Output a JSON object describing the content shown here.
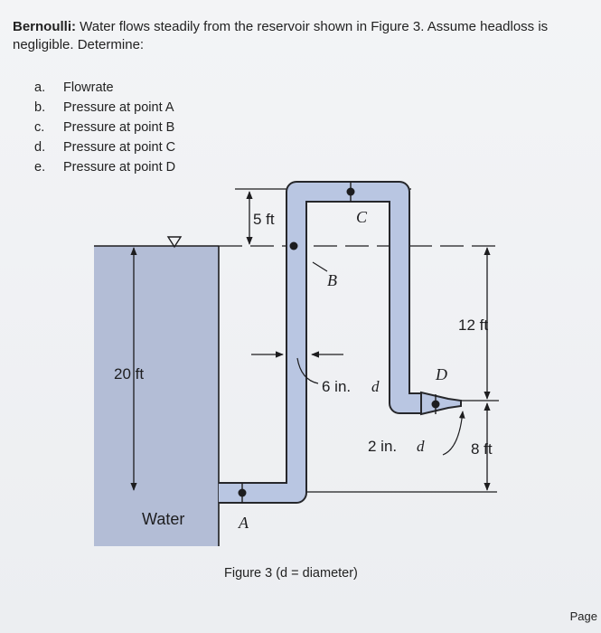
{
  "problem": {
    "heading": "Bernoulli:",
    "text": "Water flows steadily from the reservoir shown in Figure 3. Assume headloss is negligible. Determine:",
    "parts": [
      {
        "letter": "a.",
        "text": "Flowrate"
      },
      {
        "letter": "b.",
        "text": "Pressure at point A"
      },
      {
        "letter": "c.",
        "text": "Pressure at point B"
      },
      {
        "letter": "d.",
        "text": "Pressure at point C"
      },
      {
        "letter": "e.",
        "text": "Pressure at point D"
      }
    ]
  },
  "figure": {
    "dims": {
      "top": "5 ft",
      "reservoir_depth": "20 ft",
      "upper_right": "12 ft",
      "lower_right": "8 ft"
    },
    "pipe_diameter": {
      "value": "6 in.",
      "symbol": "d"
    },
    "nozzle_diameter": {
      "value": "2 in.",
      "symbol": "d"
    },
    "points": {
      "A": "A",
      "B": "B",
      "C": "C",
      "D": "D"
    },
    "water_label": "Water",
    "colors": {
      "water": "#b3bdd6",
      "pipe": "#b9c6e2",
      "pipe_edge": "#26272b"
    }
  },
  "caption": "Figure 3 (d = diameter)",
  "page_label": "Page"
}
